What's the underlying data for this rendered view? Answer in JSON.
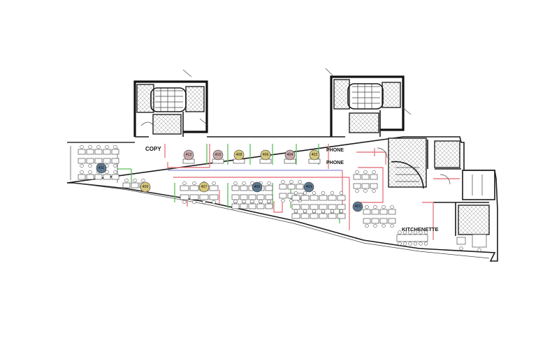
{
  "colors": {
    "badge_gold": "#d6c77b",
    "badge_mauve": "#c9a9a9",
    "badge_slate": "#5f7890",
    "wall_pink": "#e57f86",
    "partition_blue": "#6f6fd6",
    "partition_green": "#5cbf5c",
    "wall_black": "#1a1a1a"
  },
  "room_labels": {
    "copy": "COPY",
    "phone_1": "PHONE",
    "phone_2": "PHONE",
    "kitchenette": "KITCHENETTE"
  },
  "offices": [
    {
      "number": "412",
      "color": "mauve"
    },
    {
      "number": "410",
      "color": "mauve"
    },
    {
      "number": "408",
      "color": "gold"
    },
    {
      "number": "406",
      "color": "gold"
    },
    {
      "number": "404",
      "color": "mauve"
    },
    {
      "number": "402",
      "color": "gold"
    },
    {
      "number": "411",
      "color": "slate"
    },
    {
      "number": "409",
      "color": "gold"
    },
    {
      "number": "407",
      "color": "gold"
    },
    {
      "number": "405",
      "color": "slate"
    },
    {
      "number": "403",
      "color": "slate"
    },
    {
      "number": "401",
      "color": "slate"
    }
  ]
}
